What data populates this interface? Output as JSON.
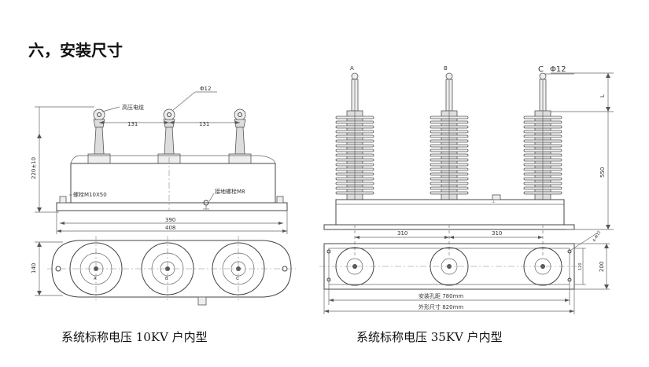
{
  "section_title": "六，安装尺寸",
  "left_drawing": {
    "labels": {
      "hv_cable": "高压电缆",
      "phi": "Φ12",
      "spacing_1": "131",
      "spacing_2": "131",
      "height": "220±10",
      "bolt": "螺栓M10X50",
      "ground_bolt": "接地螺栓M8",
      "width_inner": "390",
      "width_outer": "408",
      "depth": "140",
      "phase_a": "A",
      "phase_b": "B",
      "phase_c": "C"
    },
    "caption": "系统标称电压 10KV 户内型"
  },
  "right_drawing": {
    "labels": {
      "phase_a": "A",
      "phase_b": "B",
      "phase_c": "C",
      "phi": "Φ12",
      "dim_l": "L",
      "height": "550",
      "spacing_1": "310",
      "spacing_2": "310",
      "hole": "4-Φ12",
      "depth_inner": "120",
      "depth_outer": "200",
      "hole_pitch": "安装孔距 780mm",
      "overall": "外形尺寸 820mm"
    },
    "caption": "系统标称电压 35KV 户内型"
  }
}
